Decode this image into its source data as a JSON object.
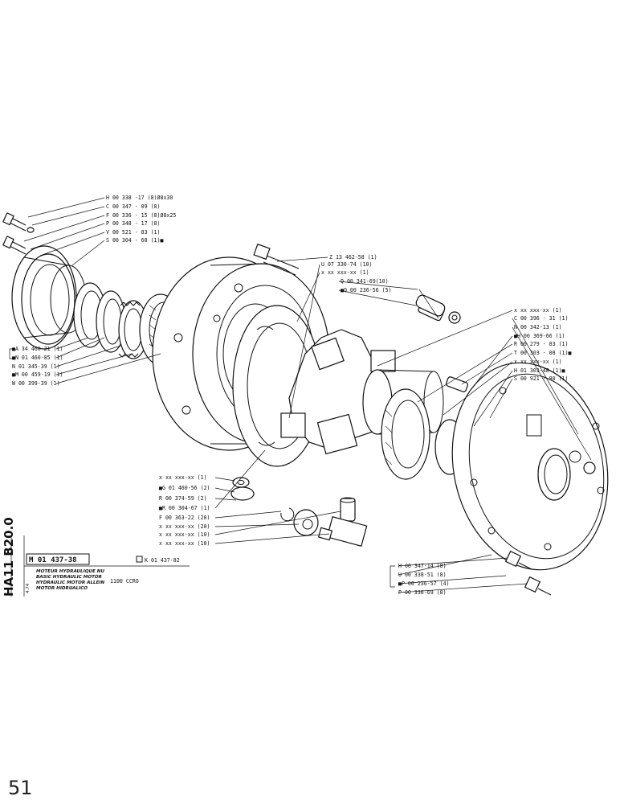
{
  "doc": {
    "side_code": "HA11",
    "side_code2": "B20.0",
    "date_code": "4.74",
    "page_number": "51"
  },
  "title_block": {
    "main_ref": "M 01 437-38",
    "alt_ref": "K 01 437-82",
    "description_fr": "MOTEUR HYDRAULIQUE NU",
    "description_en": "BASIC HYDRAULIC MOTOR",
    "description_de": "HYDRAULIC MOTOR ALLEIN",
    "description_es": "MOTOR HIDRUALICO",
    "model": "1100 CCRO"
  },
  "labels_left_top": [
    "H 00 338 -17 (8)Ø8x30",
    "C 00 347 - 09 (8)",
    "F 00 336 - 15 (8)Ø8x25",
    "P 00 348 - 17 (8)",
    "V 00 521 - 83 (1)",
    "S 00 304 - 68 (1)■"
  ],
  "labels_left_mid": [
    "■A 34 460-21 (1)",
    "■N 01 460-85 (1)",
    "N 01 345-39 (1)",
    "■M 00 459-19 (1)",
    "W 00 399-39 (1)"
  ],
  "labels_center_top": [
    "Z 13 462-58 (1)",
    "U 07 330-74 (10)",
    "x xx xxx-xx (1)",
    "Q 00 341-69(10)",
    "■Q 00 236-56 (5)"
  ],
  "labels_right_top": [
    "x xx xxx-xx (1)",
    "C 00 396 - 31 (1)",
    "N 00 342-13 (1)",
    "■H 00 369-66 (1)",
    "R 00 279 - 83 (1)",
    "T 00 303 - 08 (1)■",
    "x xx xxx-xx (1)",
    "H 01 303-48 (1)■",
    "S 00 921 - 80 (1)"
  ],
  "labels_center_bottom": [
    "x xx xxx-xx (1)",
    "■G 01 460-56 (2)",
    "R 00 374-59 (2)",
    "■R 00 304-67 (1)",
    "F 00 363-22 (20)",
    "x xx xxx-xx (20)",
    "x xx xxx-xx (10)",
    "x xx xxx-xx (10)"
  ],
  "labels_right_bottom": [
    "H 00 347-14 (8)",
    "U 00 338-51 (8)",
    "■P 00 236-57 (4)",
    "P 00 338-69 (8)"
  ]
}
